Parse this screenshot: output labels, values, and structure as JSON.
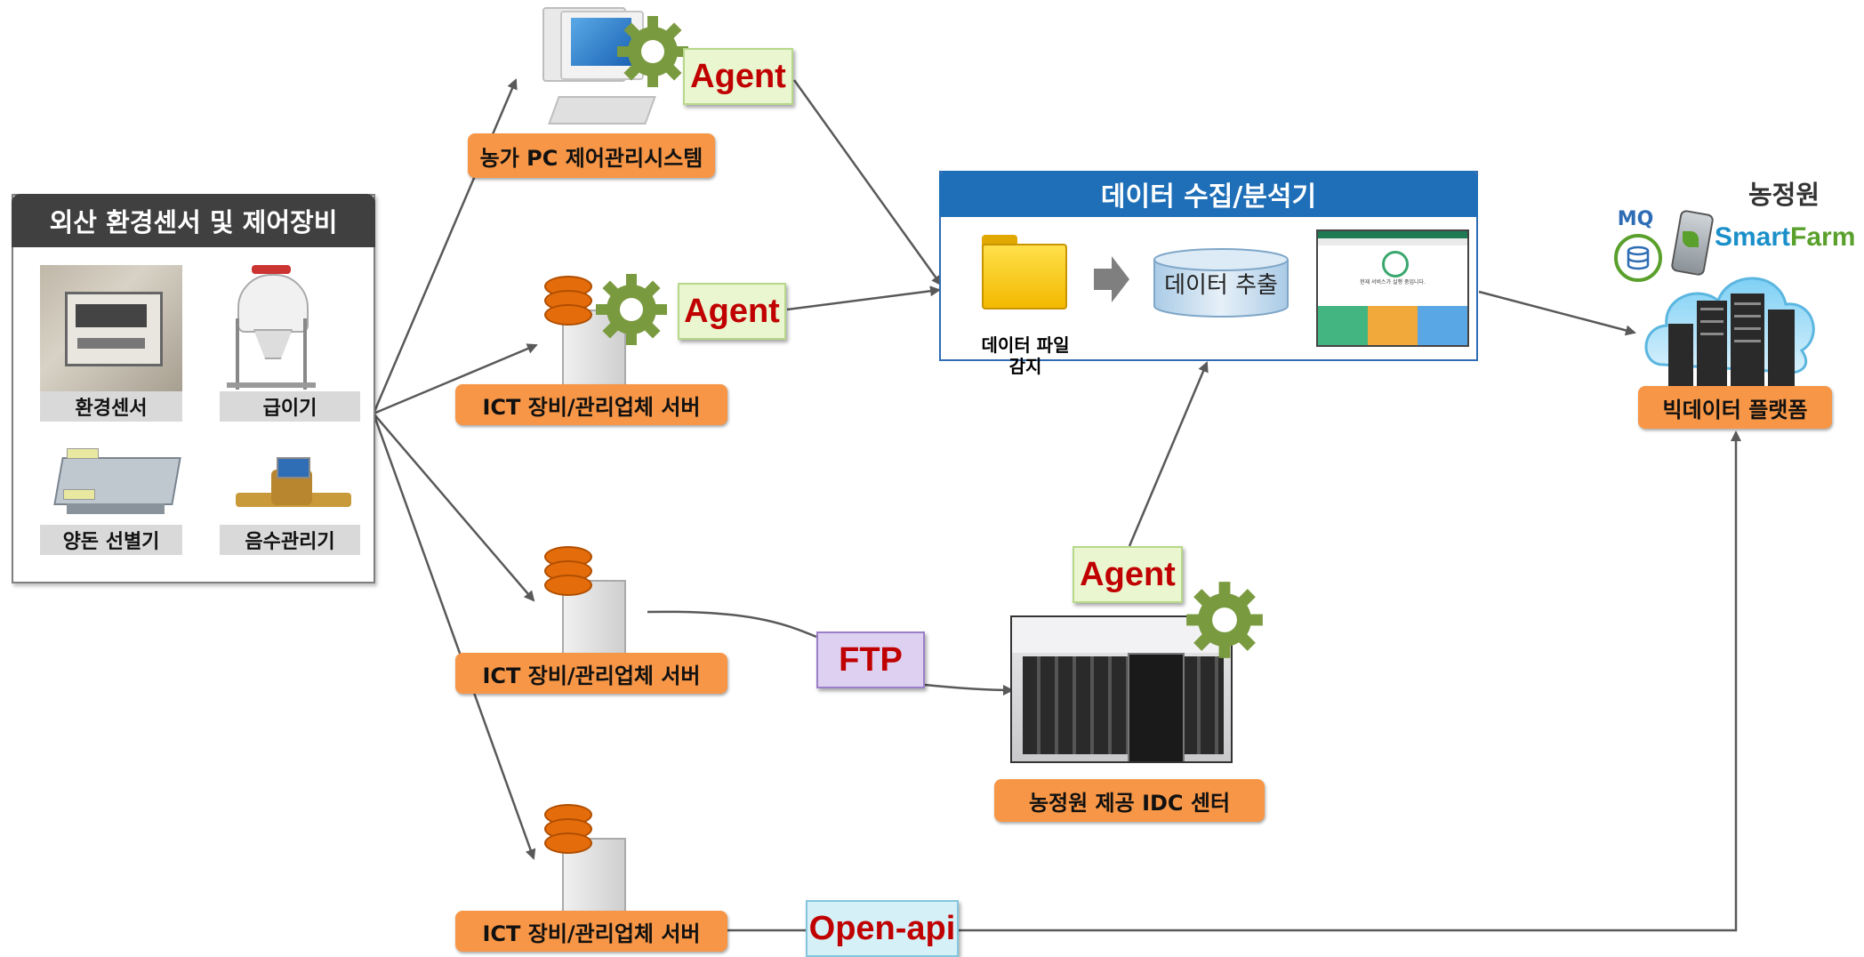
{
  "left_panel": {
    "title": "외산 환경센서 및 제어장비",
    "items": [
      {
        "label": "환경센서"
      },
      {
        "label": "급이기"
      },
      {
        "label": "양돈 선별기"
      },
      {
        "label": "음수관리기"
      }
    ]
  },
  "pc_system": {
    "label": "농가 PC 제어관리시스템",
    "tag": "Agent"
  },
  "server1": {
    "label": "ICT 장비/관리업체  서버",
    "tag": "Agent"
  },
  "server2": {
    "label": "ICT 장비/관리업체  서버",
    "tag": "FTP"
  },
  "server3": {
    "label": "ICT 장비/관리업체  서버",
    "tag": "Open-api"
  },
  "collector": {
    "title": "데이터 수집/분석기",
    "file_detect": "데이터 파일\n감지",
    "extract": "데이터 추출",
    "screen_text": "현재 서비스가 실행 중입니다."
  },
  "idc": {
    "label": "농정원 제공 IDC 센터",
    "tag": "Agent"
  },
  "platform": {
    "org": "농정원",
    "mq": "MQ",
    "brand_smart": "Smart",
    "brand_farm": "Farm",
    "label": "빅데이터 플랫폼"
  },
  "colors": {
    "orange": "#f79646",
    "collector_header": "#1f6fb8",
    "arrow": "#595959",
    "tag_text": "#c00000"
  }
}
